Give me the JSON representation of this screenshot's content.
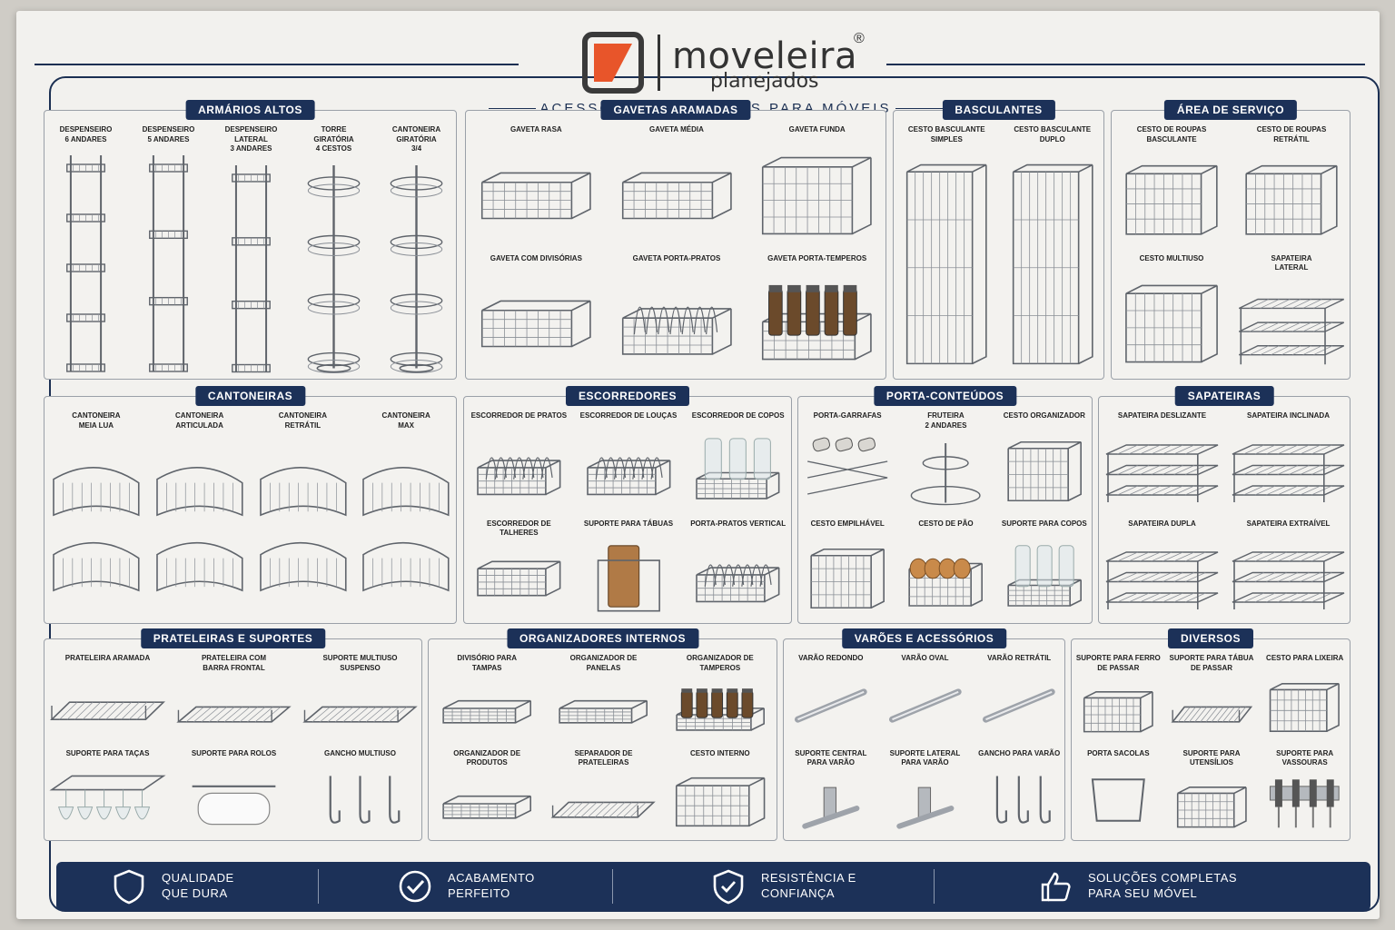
{
  "brand": {
    "name": "moveleira",
    "sub": "planejados",
    "reg": "®",
    "colors": {
      "accent": "#e8552a",
      "navy": "#1c3158"
    }
  },
  "subtitle": "ACESSÓRIOS ARAMADOS PARA MÓVEIS",
  "sections": [
    {
      "id": "armarios",
      "title": "ARMÁRIOS ALTOS",
      "items": [
        {
          "label": "DESPENSEIRO\n6 ANDARES",
          "icon": "tower-6"
        },
        {
          "label": "DESPENSEIRO\n5 ANDARES",
          "icon": "tower-5"
        },
        {
          "label": "DESPENSEIRO\nLATERAL\n3 ANDARES",
          "icon": "tower-3"
        },
        {
          "label": "TORRE\nGIRATÓRIA\n4 CESTOS",
          "icon": "round-tower"
        },
        {
          "label": "CANTONEIRA\nGIRATÓRIA\n3/4",
          "icon": "round-tower"
        }
      ]
    },
    {
      "id": "gavetas",
      "title": "GAVETAS ARAMADAS",
      "items": [
        {
          "label": "GAVETA RASA",
          "icon": "drawer"
        },
        {
          "label": "GAVETA MÉDIA",
          "icon": "drawer"
        },
        {
          "label": "GAVETA FUNDA",
          "icon": "basket"
        },
        {
          "label": "GAVETA COM DIVISÓRIAS",
          "icon": "drawer"
        },
        {
          "label": "GAVETA PORTA-PRATOS",
          "icon": "plate-rack"
        },
        {
          "label": "GAVETA PORTA-TEMPEROS",
          "icon": "jars"
        }
      ]
    },
    {
      "id": "basculantes",
      "title": "BASCULANTES",
      "items": [
        {
          "label": "CESTO BASCULANTE\nSIMPLES",
          "icon": "tall-basket"
        },
        {
          "label": "CESTO BASCULANTE\nDUPLO",
          "icon": "tall-basket"
        }
      ]
    },
    {
      "id": "servico",
      "title": "ÁREA DE SERVIÇO",
      "items": [
        {
          "label": "CESTO DE ROUPAS\nBASCULANTE",
          "icon": "basket"
        },
        {
          "label": "CESTO DE ROUPAS\nRETRÁTIL",
          "icon": "basket"
        },
        {
          "label": "CESTO MULTIUSO",
          "icon": "basket"
        },
        {
          "label": "SAPATEIRA\nLATERAL",
          "icon": "shoe-rack"
        }
      ]
    },
    {
      "id": "cantoneiras",
      "title": "CANTONEIRAS",
      "items": [
        {
          "label": "CANTONEIRA\nMEIA LUA",
          "icon": "corner"
        },
        {
          "label": "CANTONEIRA\nARTICULADA",
          "icon": "corner"
        },
        {
          "label": "CANTONEIRA\nRETRÁTIL",
          "icon": "corner"
        },
        {
          "label": "CANTONEIRA\nMAX",
          "icon": "corner"
        }
      ]
    },
    {
      "id": "escorredores",
      "title": "ESCORREDORES",
      "items": [
        {
          "label": "ESCORREDOR DE PRATOS",
          "icon": "plate-rack"
        },
        {
          "label": "ESCORREDOR DE LOUÇAS",
          "icon": "plate-rack"
        },
        {
          "label": "ESCORREDOR DE COPOS",
          "icon": "glasses"
        },
        {
          "label": "ESCORREDOR DE TALHERES",
          "icon": "drawer"
        },
        {
          "label": "SUPORTE PARA TÁBUAS",
          "icon": "board"
        },
        {
          "label": "PORTA-PRATOS VERTICAL",
          "icon": "plate-rack"
        }
      ]
    },
    {
      "id": "porta",
      "title": "PORTA-CONTEÚDOS",
      "items": [
        {
          "label": "PORTA-GARRAFAS",
          "icon": "bottles"
        },
        {
          "label": "FRUTEIRA\n2 ANDARES",
          "icon": "fruit"
        },
        {
          "label": "CESTO ORGANIZADOR",
          "icon": "basket"
        },
        {
          "label": "CESTO EMPILHÁVEL",
          "icon": "basket"
        },
        {
          "label": "CESTO DE PÃO",
          "icon": "bread"
        },
        {
          "label": "SUPORTE PARA COPOS",
          "icon": "glasses"
        }
      ]
    },
    {
      "id": "sapateiras",
      "title": "SAPATEIRAS",
      "items": [
        {
          "label": "SAPATEIRA DESLIZANTE",
          "icon": "shoe-rack"
        },
        {
          "label": "SAPATEIRA INCLINADA",
          "icon": "shoe-rack"
        },
        {
          "label": "SAPATEIRA DUPLA",
          "icon": "shoe-rack"
        },
        {
          "label": "SAPATEIRA EXTRAÍVEL",
          "icon": "shoe-rack"
        }
      ]
    },
    {
      "id": "prateleiras",
      "title": "PRATELEIRAS E SUPORTES",
      "items": [
        {
          "label": "PRATELEIRA ARAMADA",
          "icon": "shelf"
        },
        {
          "label": "PRATELEIRA COM\nBARRA FRONTAL",
          "icon": "shelf"
        },
        {
          "label": "SUPORTE MULTIUSO\nSUSPENSO",
          "icon": "shelf"
        },
        {
          "label": "SUPORTE PARA TAÇAS",
          "icon": "glass-hanger"
        },
        {
          "label": "SUPORTE PARA ROLOS",
          "icon": "roll"
        },
        {
          "label": "GANCHO MULTIUSO",
          "icon": "hooks"
        }
      ]
    },
    {
      "id": "organizadores",
      "title": "ORGANIZADORES INTERNOS",
      "items": [
        {
          "label": "DIVISÓRIO PARA\nTAMPAS",
          "icon": "drawer"
        },
        {
          "label": "ORGANIZADOR DE\nPANELAS",
          "icon": "drawer"
        },
        {
          "label": "ORGANIZADOR DE\nTAMPEROS",
          "icon": "jars"
        },
        {
          "label": "ORGANIZADOR DE\nPRODUTOS",
          "icon": "drawer"
        },
        {
          "label": "SEPARADOR DE\nPRATELEIRAS",
          "icon": "shelf"
        },
        {
          "label": "CESTO INTERNO",
          "icon": "basket"
        }
      ]
    },
    {
      "id": "varoes",
      "title": "VARÕES E ACESSÓRIOS",
      "items": [
        {
          "label": "VARÃO REDONDO",
          "icon": "rod"
        },
        {
          "label": "VARÃO OVAL",
          "icon": "rod"
        },
        {
          "label": "VARÃO RETRÁTIL",
          "icon": "rod"
        },
        {
          "label": "SUPORTE CENTRAL\nPARA VARÃO",
          "icon": "rod-support"
        },
        {
          "label": "SUPORTE LATERAL\nPARA VARÃO",
          "icon": "rod-support"
        },
        {
          "label": "GANCHO PARA VARÃO",
          "icon": "hooks"
        }
      ]
    },
    {
      "id": "diversos",
      "title": "DIVERSOS",
      "items": [
        {
          "label": "SUPORTE PARA FERRO\nDE PASSAR",
          "icon": "basket"
        },
        {
          "label": "SUPORTE PARA TÁBUA\nDE PASSAR",
          "icon": "shelf"
        },
        {
          "label": "CESTO PARA LIXEIRA",
          "icon": "basket"
        },
        {
          "label": "PORTA SACOLAS",
          "icon": "bag-holder"
        },
        {
          "label": "SUPORTE PARA\nUTENSÍLIOS",
          "icon": "basket"
        },
        {
          "label": "SUPORTE PARA VASSOURAS",
          "icon": "broom"
        }
      ]
    }
  ],
  "footer": [
    {
      "text": "QUALIDADE\nQUE DURA",
      "icon": "shield-icon"
    },
    {
      "text": "ACABAMENTO\nPERFEITO",
      "icon": "check-circle-icon"
    },
    {
      "text": "RESISTÊNCIA E\nCONFIANÇA",
      "icon": "shield-check-icon"
    },
    {
      "text": "SOLUÇÕES COMPLETAS\nPARA SEU MÓVEL",
      "icon": "thumbs-up-icon"
    }
  ]
}
